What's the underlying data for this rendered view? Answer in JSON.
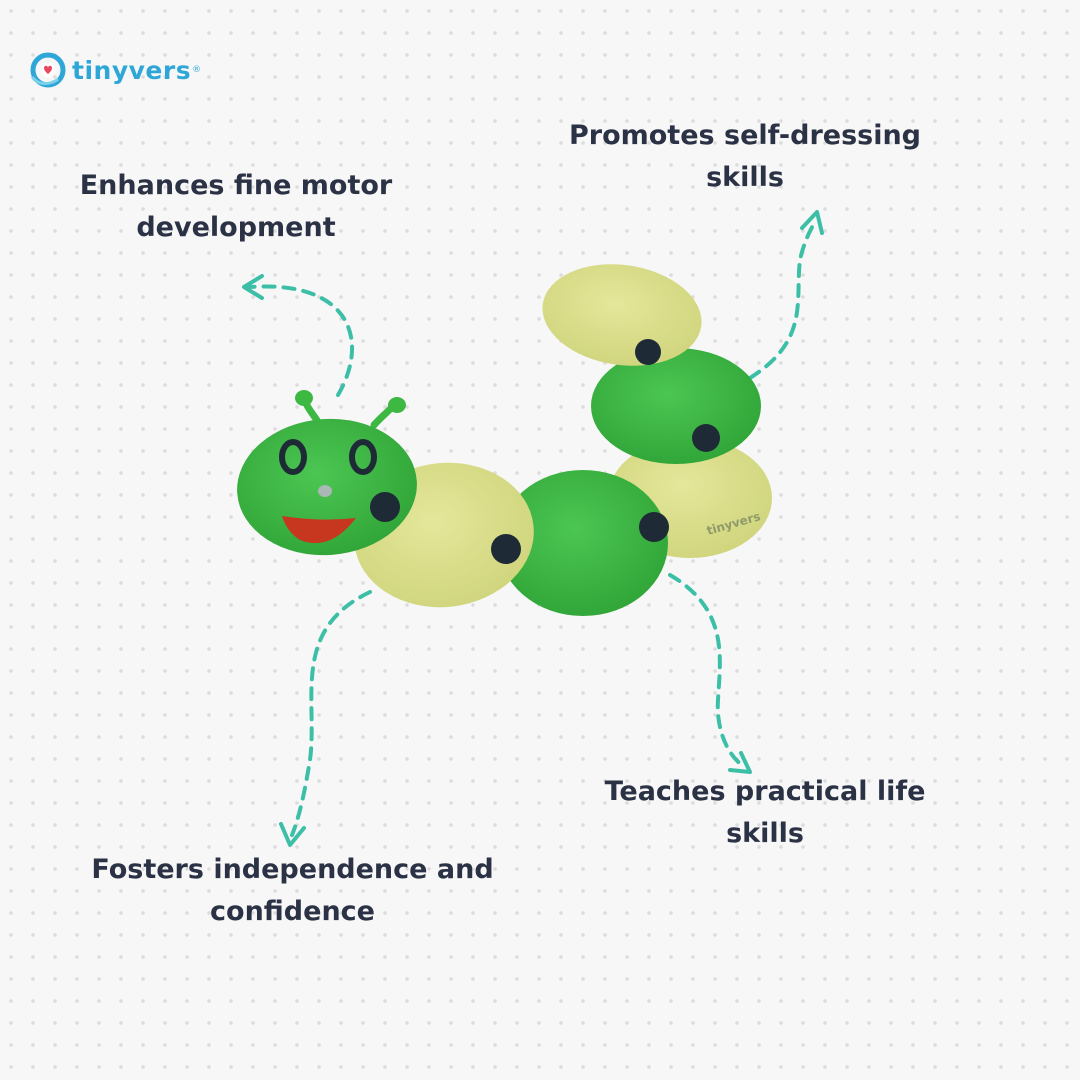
{
  "brand": {
    "name": "tinyvers",
    "registered": "®",
    "colors": {
      "primary": "#2ea7d8",
      "heart": "#e8475f"
    }
  },
  "product": {
    "name_icon": "felt-caterpillar-dressing-toy",
    "colors": {
      "green": "#3db843",
      "yellow": "#dcdf8a",
      "button": "#1e2b36",
      "mouth": "#c7361f"
    },
    "segment_logo": "tinyvers"
  },
  "annotations": [
    {
      "id": "fine-motor",
      "lines": [
        "Enhances fine motor",
        "development"
      ]
    },
    {
      "id": "self-dressing",
      "lines": [
        "Promotes self-dressing",
        "skills"
      ]
    },
    {
      "id": "independence",
      "lines": [
        "Fosters independence and",
        "confidence"
      ]
    },
    {
      "id": "practical-life",
      "lines": [
        "Teaches practical life",
        "skills"
      ]
    }
  ],
  "style": {
    "arrow_color": "#3dbfa7",
    "text_color": "#2b3245",
    "background": "#f7f7f7"
  }
}
